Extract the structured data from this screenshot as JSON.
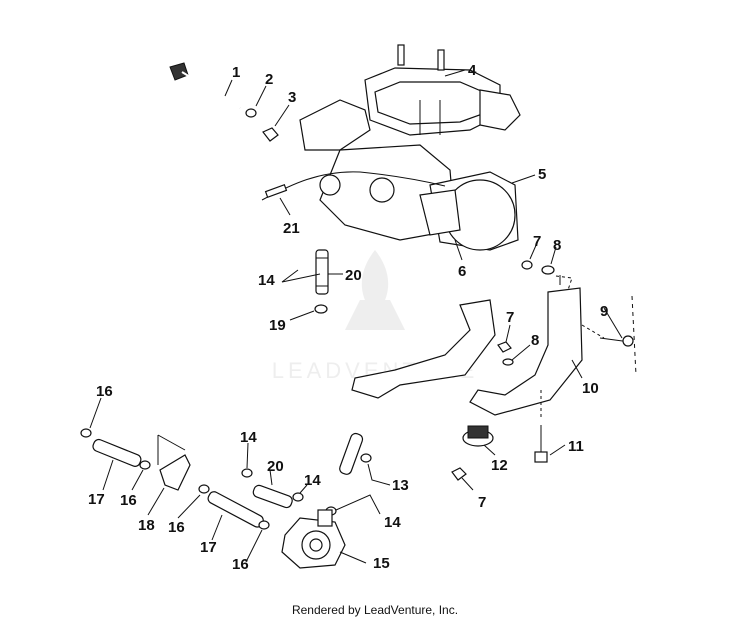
{
  "callouts": {
    "c1": "1",
    "c2": "2",
    "c3": "3",
    "c4": "4",
    "c5": "5",
    "c6": "6",
    "c7a": "7",
    "c8a": "8",
    "c7b": "7",
    "c8b": "8",
    "c9": "9",
    "c10": "10",
    "c11": "11",
    "c12": "12",
    "c7c": "7",
    "c13": "13",
    "c14a": "14",
    "c20a": "20",
    "c19": "19",
    "c21": "21",
    "c16a": "16",
    "c16b": "16",
    "c16c": "16",
    "c16d": "16",
    "c17a": "17",
    "c17b": "17",
    "c18": "18",
    "c14b": "14",
    "c20b": "20",
    "c14c": "14",
    "c14d": "14",
    "c15": "15"
  },
  "watermark": {
    "text": "LEADVENTURE"
  },
  "footer": {
    "text": "Rendered by LeadVenture, Inc."
  }
}
